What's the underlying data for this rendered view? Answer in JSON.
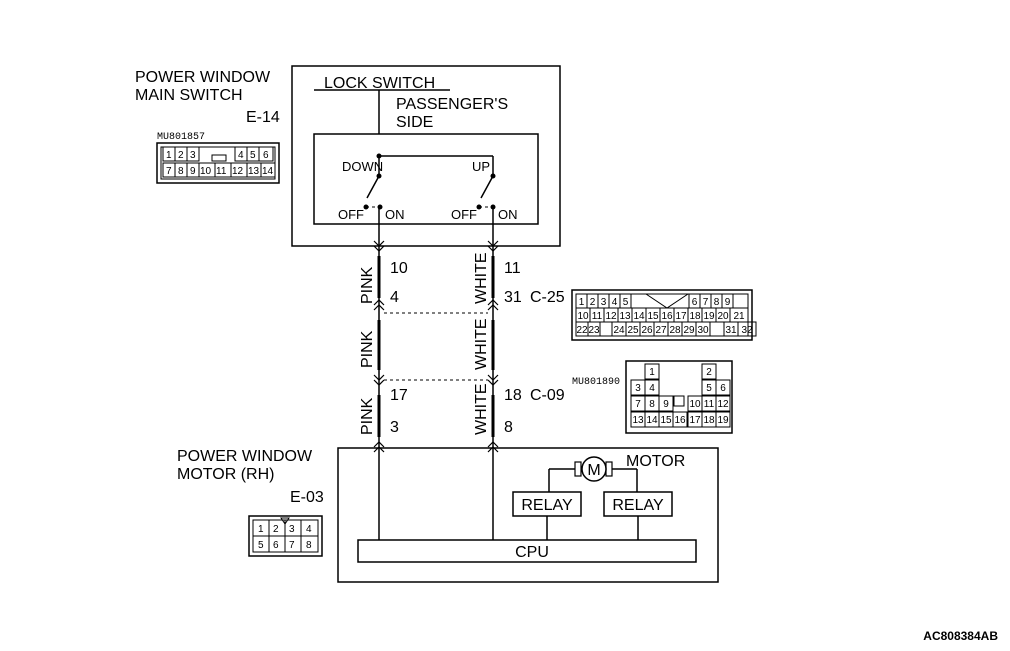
{
  "main_switch": {
    "title_line1": "POWER WINDOW",
    "title_line2": "MAIN SWITCH",
    "connector_id": "E-14",
    "part_no": "MU801857",
    "lock_switch": "LOCK SWITCH",
    "side_line1": "PASSENGER'S",
    "side_line2": "SIDE",
    "down": "DOWN",
    "up": "UP",
    "off_left": "OFF",
    "on_left": "ON",
    "off_right": "OFF",
    "on_right": "ON",
    "pins_top": [
      "1",
      "2",
      "3",
      "",
      "4",
      "5",
      "6"
    ],
    "pins_bottom": [
      "7",
      "8",
      "9",
      "10",
      "11",
      "12",
      "13",
      "14"
    ]
  },
  "harness": {
    "left_wire_color": "PINK",
    "right_wire_color": "WHITE",
    "pin_10": "10",
    "pin_11": "11",
    "pin_4": "4",
    "pin_31": "31",
    "conn_c25": "C-25",
    "pin_17": "17",
    "pin_18": "18",
    "conn_c09": "C-09",
    "pin_3": "3",
    "pin_8": "8"
  },
  "c25_connector": {
    "row1": [
      "1",
      "2",
      "3",
      "4",
      "5",
      "",
      "6",
      "7",
      "8",
      "9"
    ],
    "row2": [
      "10",
      "11",
      "12",
      "13",
      "14",
      "15",
      "16",
      "17",
      "18",
      "19",
      "20",
      "21"
    ],
    "row3": [
      "22",
      "23",
      "",
      "24",
      "25",
      "26",
      "27",
      "28",
      "29",
      "30",
      "",
      "31",
      "32"
    ]
  },
  "c09_connector": {
    "part_no": "MU801890",
    "r1": [
      "1",
      "2"
    ],
    "r2": [
      "3",
      "4",
      "5",
      "6"
    ],
    "r3": [
      "7",
      "8",
      "9",
      "10",
      "11",
      "12"
    ],
    "r4": [
      "13",
      "14",
      "15",
      "16",
      "17",
      "18",
      "19"
    ]
  },
  "motor_unit": {
    "title_line1": "POWER WINDOW",
    "title_line2": "MOTOR (RH)",
    "connector_id": "E-03",
    "motor": "MOTOR",
    "motor_symbol": "M",
    "relay_left": "RELAY",
    "relay_right": "RELAY",
    "cpu": "CPU",
    "pins_top": [
      "1",
      "2",
      "3",
      "4"
    ],
    "pins_bottom": [
      "5",
      "6",
      "7",
      "8"
    ]
  },
  "figure_ref": "AC808384AB"
}
